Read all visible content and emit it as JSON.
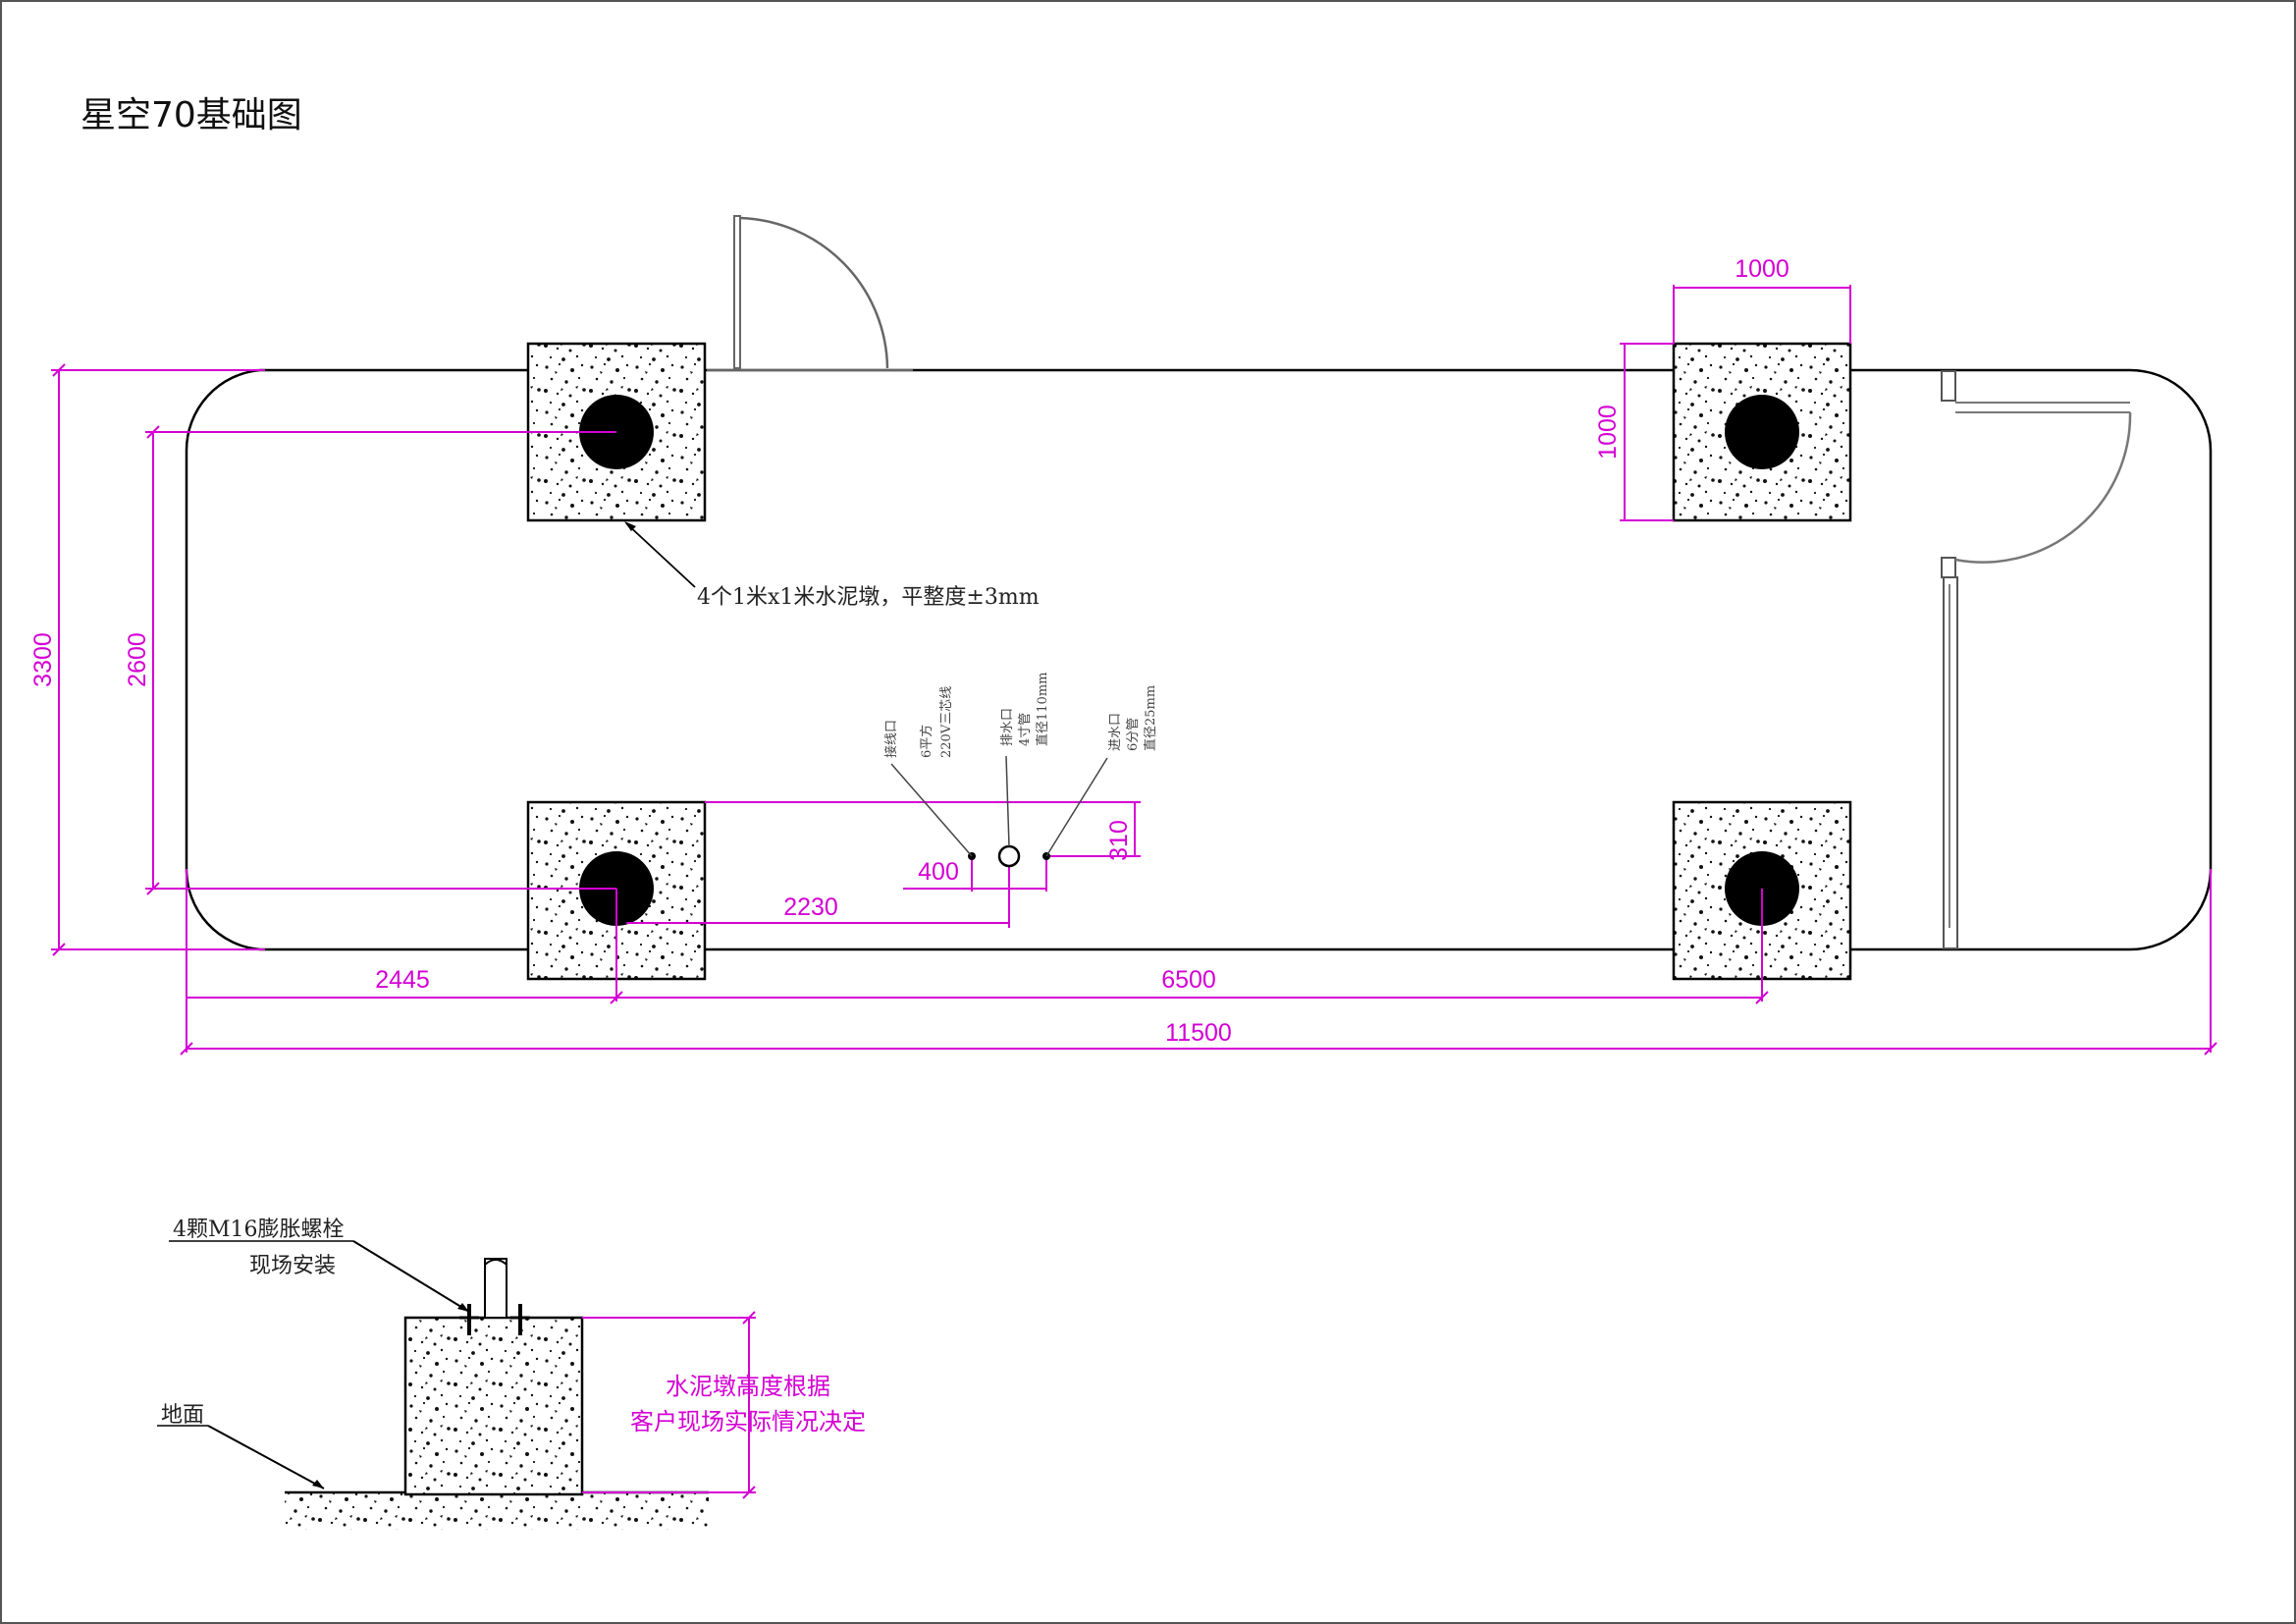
{
  "title": "星空70基础图",
  "dimensions": {
    "overall_length": "11500",
    "overall_width": "3300",
    "pier_x_spacing": "6500",
    "pier_y_spacing": "2600",
    "pier_offset_x": "2445",
    "pier_size_w": "1000",
    "pier_size_h": "1000",
    "utility_x": "2230",
    "utility_gap": "400",
    "utility_y": "310"
  },
  "notes": {
    "piers": "4个1米x1米水泥墩，平整度±3mm",
    "bolts": "4颗M16膨胀螺栓",
    "bolts_sub": "现场安装",
    "ground": "地面",
    "height_note_1": "水泥墩高度根据",
    "height_note_2": "客户现场实际情况决定"
  },
  "utilities": {
    "power": [
      "接线口",
      "6平方",
      "220V三芯线"
    ],
    "drain": [
      "排水口",
      "4寸管",
      "直径110mm"
    ],
    "water": [
      "进水口",
      "6分管",
      "直径25mm"
    ]
  },
  "colors": {
    "dimension": "#d400d4",
    "line": "#000000"
  }
}
